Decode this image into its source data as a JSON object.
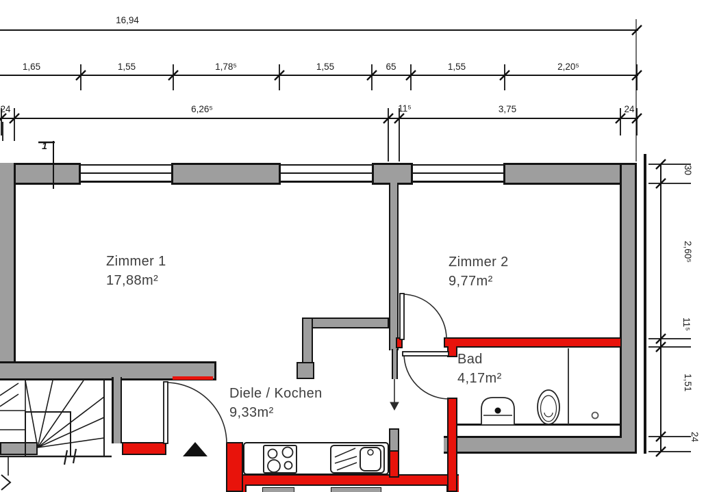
{
  "rooms": {
    "zimmer1": {
      "name": "Zimmer 1",
      "area": "17,88m²"
    },
    "zimmer2": {
      "name": "Zimmer 2",
      "area": "9,77m²"
    },
    "diele": {
      "name": "Diele / Kochen",
      "area": "9,33m²"
    },
    "bad": {
      "name": "Bad",
      "area": "4,17m²"
    }
  },
  "dimensions": {
    "top_total": "16,94",
    "row2": [
      "1,65",
      "1,55",
      "1,78⁵",
      "1,55",
      "65",
      "1,55",
      "2,20⁵"
    ],
    "row3": [
      "24",
      "6,26⁵",
      "11⁵",
      "3,75",
      "24"
    ],
    "right": [
      "30",
      "2,60⁵",
      "11⁵",
      "1,51",
      "24"
    ],
    "section_marker": "1"
  },
  "colors": {
    "existing_wall": "#9e9e9e",
    "new_wall": "#e8130b",
    "line": "#141414",
    "label_text": "#3e3e3e"
  }
}
